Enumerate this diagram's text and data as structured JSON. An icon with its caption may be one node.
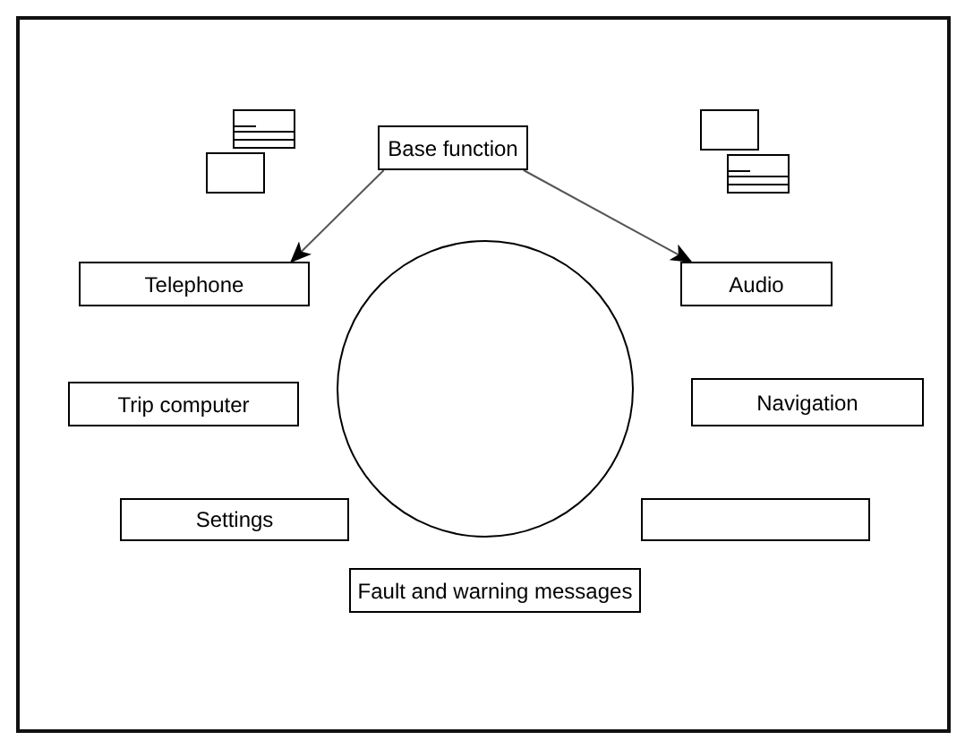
{
  "diagram": {
    "nodes": [
      {
        "text": [
          "Base function"
        ]
      },
      {
        "text": [
          "Telephone"
        ]
      },
      {
        "text": [
          "Audio"
        ]
      },
      {
        "text": [
          "Trip computer"
        ]
      },
      {
        "text": [
          "Navigation"
        ]
      },
      {
        "text": [
          "Settings"
        ]
      },
      {
        "text": [],
        "shape": "box"
      },
      {
        "text": [
          "Fault and warning messages"
        ]
      },
      {
        "text": [],
        "shape": "circle"
      }
    ],
    "edges": [
      {
        "from": 0,
        "to": 1,
        "arrow": "to"
      },
      {
        "from": 0,
        "to": 2,
        "arrow": "to"
      }
    ]
  }
}
